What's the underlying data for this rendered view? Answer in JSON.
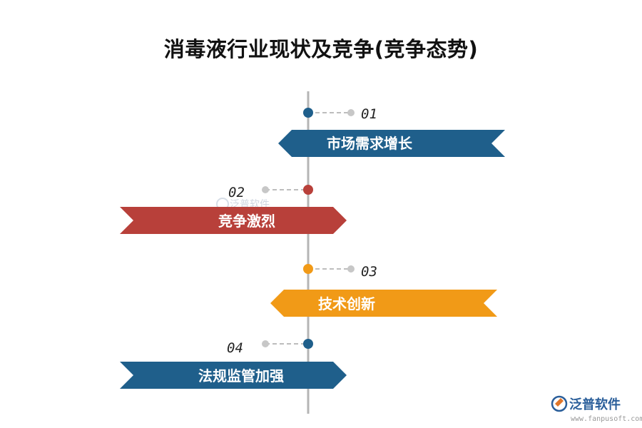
{
  "title": "消毒液行业现状及竞争(竞争态势)",
  "steps": [
    {
      "number": "01",
      "label": "市场需求增长",
      "color": "#1f5f8b"
    },
    {
      "number": "02",
      "label": "竞争激烈",
      "color": "#b8403a"
    },
    {
      "number": "03",
      "label": "技术创新",
      "color": "#f19a17"
    },
    {
      "number": "04",
      "label": "法规监管加强",
      "color": "#1f5f8b"
    }
  ],
  "watermark": {
    "brand": "泛普软件",
    "url": "www.fanpusoft.com",
    "faint_text": "泛普软件"
  },
  "colors": {
    "axis": "#b5b5b5",
    "connector": "#bdbdbd",
    "connector_end": "#c7c7c7"
  }
}
